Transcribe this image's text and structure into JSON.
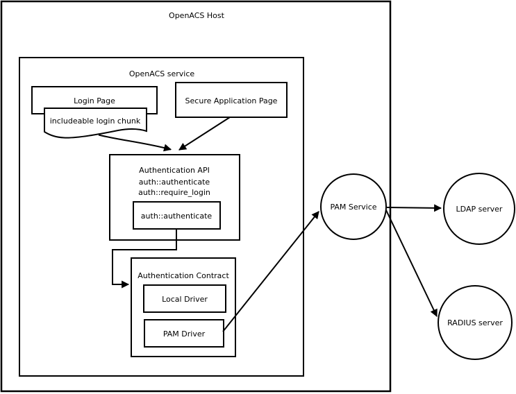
{
  "colors": {
    "line": "#000000",
    "fill": "#ffffff",
    "text": "#000000",
    "background": "#ffffff"
  },
  "host": {
    "title": "OpenACS Host"
  },
  "service": {
    "title": "OpenACS service",
    "login_page": {
      "label": "Login Page"
    },
    "login_chunk": {
      "label": "includeable login chunk"
    },
    "secure_page": {
      "label": "Secure Application Page"
    },
    "auth_api": {
      "title": "Authentication API",
      "line2": "auth::authenticate",
      "line3": "auth::require_login",
      "inner_box": {
        "label": "auth::authenticate"
      }
    },
    "auth_contract": {
      "title": "Authentication Contract",
      "local_driver": {
        "label": "Local Driver"
      },
      "pam_driver": {
        "label": "PAM Driver"
      }
    }
  },
  "external": {
    "pam_service": {
      "label": "PAM Service"
    },
    "ldap_server": {
      "label": "LDAP server"
    },
    "radius_server": {
      "label": "RADIUS server"
    }
  },
  "edges": [
    {
      "from": "includeable login chunk",
      "to": "Authentication API"
    },
    {
      "from": "Secure Application Page",
      "to": "Authentication API"
    },
    {
      "from": "auth::authenticate",
      "to": "Authentication Contract"
    },
    {
      "from": "PAM Driver",
      "to": "PAM Service"
    },
    {
      "from": "PAM Service",
      "to": "LDAP server"
    },
    {
      "from": "PAM Service",
      "to": "RADIUS server"
    }
  ]
}
